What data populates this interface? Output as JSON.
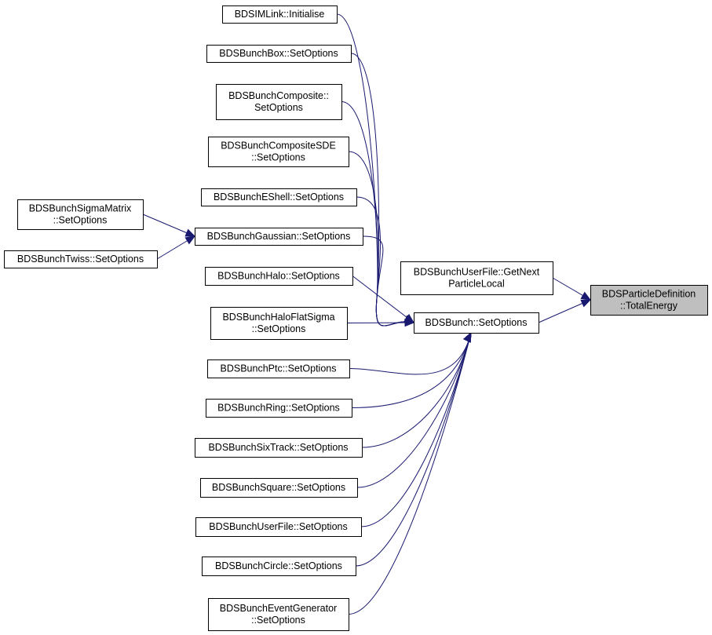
{
  "diagram": {
    "nodes": [
      {
        "id": "n_initialise",
        "lines": [
          "BDSIMLink::Initialise"
        ]
      },
      {
        "id": "n_box",
        "lines": [
          "BDSBunchBox::SetOptions"
        ]
      },
      {
        "id": "n_composite",
        "lines": [
          "BDSBunchComposite::",
          "SetOptions"
        ]
      },
      {
        "id": "n_compositesde",
        "lines": [
          "BDSBunchCompositeSDE",
          "::SetOptions"
        ]
      },
      {
        "id": "n_eshell",
        "lines": [
          "BDSBunchEShell::SetOptions"
        ]
      },
      {
        "id": "n_sigmamatrix",
        "lines": [
          "BDSBunchSigmaMatrix",
          "::SetOptions"
        ]
      },
      {
        "id": "n_gaussian",
        "lines": [
          "BDSBunchGaussian::SetOptions"
        ]
      },
      {
        "id": "n_twiss",
        "lines": [
          "BDSBunchTwiss::SetOptions"
        ]
      },
      {
        "id": "n_halo",
        "lines": [
          "BDSBunchHalo::SetOptions"
        ]
      },
      {
        "id": "n_haloflat",
        "lines": [
          "BDSBunchHaloFlatSigma",
          "::SetOptions"
        ]
      },
      {
        "id": "n_ptc",
        "lines": [
          "BDSBunchPtc::SetOptions"
        ]
      },
      {
        "id": "n_ring",
        "lines": [
          "BDSBunchRing::SetOptions"
        ]
      },
      {
        "id": "n_sixtrack",
        "lines": [
          "BDSBunchSixTrack::SetOptions"
        ]
      },
      {
        "id": "n_square",
        "lines": [
          "BDSBunchSquare::SetOptions"
        ]
      },
      {
        "id": "n_userfile",
        "lines": [
          "BDSBunchUserFile::SetOptions"
        ]
      },
      {
        "id": "n_circle",
        "lines": [
          "BDSBunchCircle::SetOptions"
        ]
      },
      {
        "id": "n_eventgen",
        "lines": [
          "BDSBunchEventGenerator",
          "::SetOptions"
        ]
      },
      {
        "id": "n_bunch",
        "lines": [
          "BDSBunch::SetOptions"
        ]
      },
      {
        "id": "n_getnext",
        "lines": [
          "BDSBunchUserFile::GetNext",
          "ParticleLocal"
        ]
      },
      {
        "id": "n_target",
        "lines": [
          "BDSParticleDefinition",
          "::TotalEnergy"
        ],
        "highlighted": true
      }
    ],
    "edges": [
      {
        "from": "n_initialise",
        "to": "n_bunch"
      },
      {
        "from": "n_box",
        "to": "n_bunch"
      },
      {
        "from": "n_composite",
        "to": "n_bunch"
      },
      {
        "from": "n_compositesde",
        "to": "n_bunch"
      },
      {
        "from": "n_eshell",
        "to": "n_bunch"
      },
      {
        "from": "n_gaussian",
        "to": "n_bunch"
      },
      {
        "from": "n_sigmamatrix",
        "to": "n_gaussian"
      },
      {
        "from": "n_twiss",
        "to": "n_gaussian"
      },
      {
        "from": "n_halo",
        "to": "n_bunch"
      },
      {
        "from": "n_haloflat",
        "to": "n_bunch"
      },
      {
        "from": "n_ptc",
        "to": "n_bunch"
      },
      {
        "from": "n_ring",
        "to": "n_bunch"
      },
      {
        "from": "n_sixtrack",
        "to": "n_bunch"
      },
      {
        "from": "n_square",
        "to": "n_bunch"
      },
      {
        "from": "n_userfile",
        "to": "n_bunch"
      },
      {
        "from": "n_circle",
        "to": "n_bunch"
      },
      {
        "from": "n_eventgen",
        "to": "n_bunch"
      },
      {
        "from": "n_bunch",
        "to": "n_target"
      },
      {
        "from": "n_getnext",
        "to": "n_target"
      }
    ],
    "colors": {
      "edge": "#191970",
      "node_border": "#000000",
      "node_fill": "#ffffff",
      "highlight_fill": "#bfbfbf"
    }
  }
}
